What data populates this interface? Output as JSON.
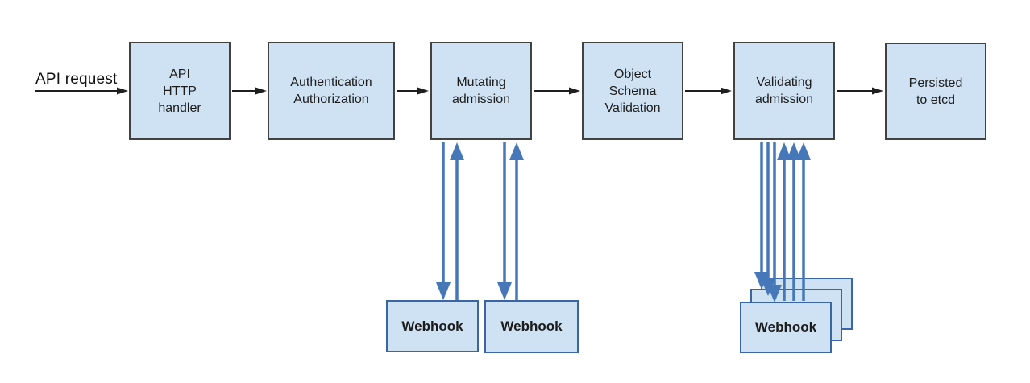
{
  "diagram": {
    "entry_label": "API request",
    "nodes": [
      {
        "id": "api-http-handler",
        "lines": [
          "API",
          "HTTP",
          "handler"
        ]
      },
      {
        "id": "authn-authz",
        "lines": [
          "Authentication",
          "Authorization"
        ]
      },
      {
        "id": "mutating-admission",
        "lines": [
          "Mutating",
          "admission"
        ]
      },
      {
        "id": "object-schema-validation",
        "lines": [
          "Object",
          "Schema",
          "Validation"
        ]
      },
      {
        "id": "validating-admission",
        "lines": [
          "Validating",
          "admission"
        ]
      },
      {
        "id": "persisted-to-etcd",
        "lines": [
          "Persisted",
          "to etcd"
        ]
      }
    ],
    "webhooks": {
      "mutating": [
        {
          "label": "Webhook"
        },
        {
          "label": "Webhook"
        }
      ],
      "validating": {
        "front_label": "Webhook",
        "stack_count": 3
      }
    },
    "colors": {
      "node_fill": "#cfe2f3",
      "node_border": "#424242",
      "webhook_border": "#3a66a6",
      "arrow_blue": "#4577b9",
      "arrow_black": "#1f1f1f"
    }
  }
}
